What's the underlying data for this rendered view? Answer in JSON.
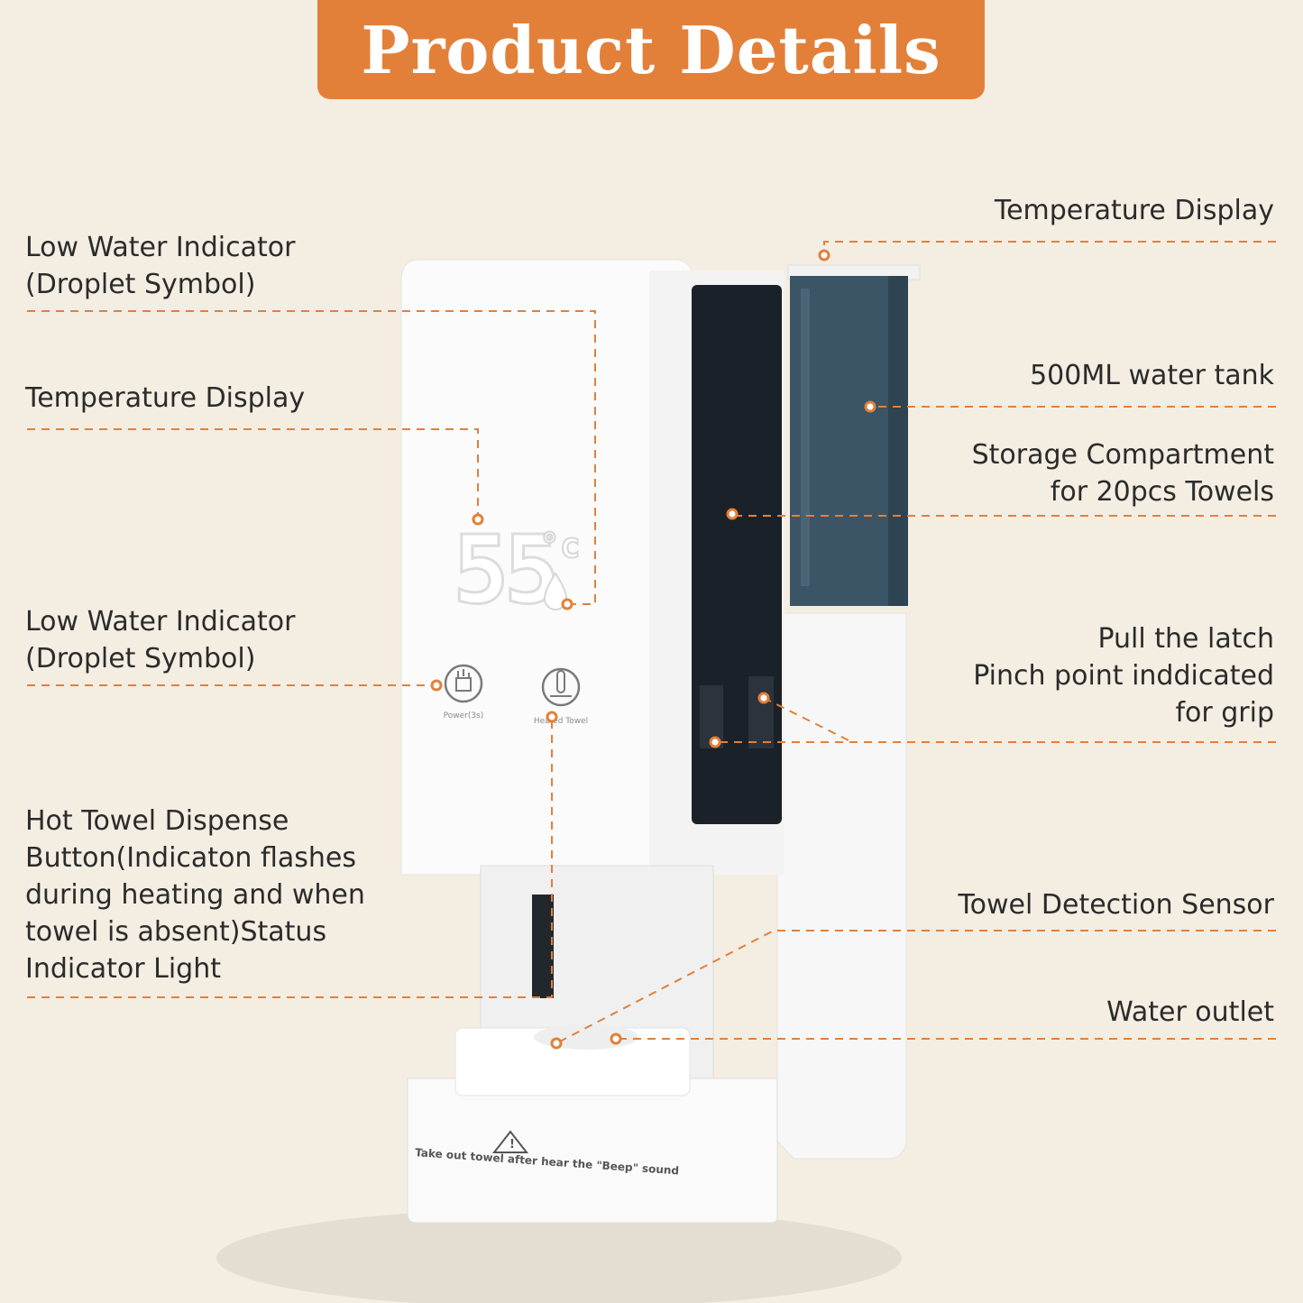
{
  "title": "Product Details",
  "colors": {
    "accent": "#e2803a",
    "background": "#f4ede2",
    "leader": "#e2803a",
    "device": "#fbfbfb",
    "tank": "#3c5566"
  },
  "labels": {
    "low_water_top": [
      "Low Water Indicator",
      "(Droplet Symbol)"
    ],
    "temp_left": "Temperature Display",
    "low_water_mid": [
      "Low Water Indicator",
      "(Droplet Symbol)"
    ],
    "hot_towel": "Hot Towel Dispense Button(Indicaton flashes during heating and when towel is absent)Status Indicator Light",
    "temp_right": "Temperature Display",
    "tank": "500ML water tank",
    "storage": [
      "Storage Compartment",
      "for 20pcs Towels"
    ],
    "latch": [
      "Pull the latch",
      "Pinch point inddicated",
      "for grip"
    ],
    "sensor": "Towel Detection Sensor",
    "outlet": "Water outlet"
  },
  "device": {
    "display_value": "55",
    "display_unit": "°c",
    "button_power": "Power(3s)",
    "button_heated": "Heated Towel",
    "warning": "Take out towel after hear the \"Beep\" sound",
    "icons": [
      "warning-triangle-icon",
      "power-hand-icon",
      "thermometer-icon",
      "droplet-icon"
    ]
  }
}
